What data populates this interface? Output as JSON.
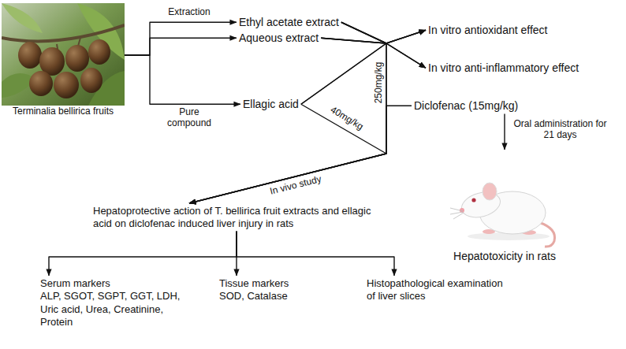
{
  "diagram": {
    "nodes": [
      {
        "text": [
          "Terminalia bellirica fruits"
        ]
      },
      {
        "text": [
          "Ethyl acetate extract"
        ]
      },
      {
        "text": [
          "Aqueous extract"
        ]
      },
      {
        "text": [
          "In vitro antioxidant effect"
        ]
      },
      {
        "text": [
          "In vitro anti-inflammatory effect"
        ]
      },
      {
        "text": [
          "Ellagic acid"
        ]
      },
      {
        "text": [
          "Diclofenac (15mg/kg)"
        ]
      },
      {
        "text": [
          "Hepatoprotective action of T. bellirica fruit extracts and ellagic acid on diclofenac induced liver injury in rats"
        ]
      },
      {
        "text": [
          "Hepatotoxicity in rats"
        ]
      },
      {
        "text": [
          "Serum markers",
          "ALP, SGOT, SGPT, GGT, LDH, Uric acid, Urea, Creatinine, Protein"
        ]
      },
      {
        "text": [
          "Tissue markers",
          "SOD, Catalase"
        ]
      },
      {
        "text": [
          "Histopathological examination of liver slices"
        ]
      }
    ],
    "edges": [
      {
        "from": 0,
        "to": 1,
        "arrow": "to",
        "label": "Extraction"
      },
      {
        "from": 0,
        "to": 2,
        "arrow": "to"
      },
      {
        "from": 0,
        "to": 5,
        "arrow": "to",
        "label": "Pure compound"
      },
      {
        "from": 1,
        "to": 3,
        "arrow": "to"
      },
      {
        "from": 1,
        "to": 4,
        "arrow": "to"
      },
      {
        "from": 2,
        "to": 3,
        "arrow": "to"
      },
      {
        "from": 2,
        "to": 4,
        "arrow": "to"
      },
      {
        "from": 5,
        "to": 3,
        "arrow": "to"
      },
      {
        "from": 5,
        "to": 4,
        "arrow": "to"
      },
      {
        "from": 1,
        "to": 7,
        "arrow": "to",
        "label": "250mg/kg"
      },
      {
        "from": 2,
        "to": 7,
        "arrow": "to"
      },
      {
        "from": 5,
        "to": 7,
        "arrow": "to",
        "label": "40mg/kg"
      },
      {
        "from": 6,
        "to": 7,
        "arrow": "to",
        "label": "In vivo study"
      },
      {
        "from": 6,
        "to": 8,
        "arrow": "to",
        "label": "Oral administration for 21 days"
      },
      {
        "from": 7,
        "to": 9,
        "arrow": "to"
      },
      {
        "from": 7,
        "to": 10,
        "arrow": "to"
      },
      {
        "from": 7,
        "to": 11,
        "arrow": "to"
      }
    ]
  }
}
